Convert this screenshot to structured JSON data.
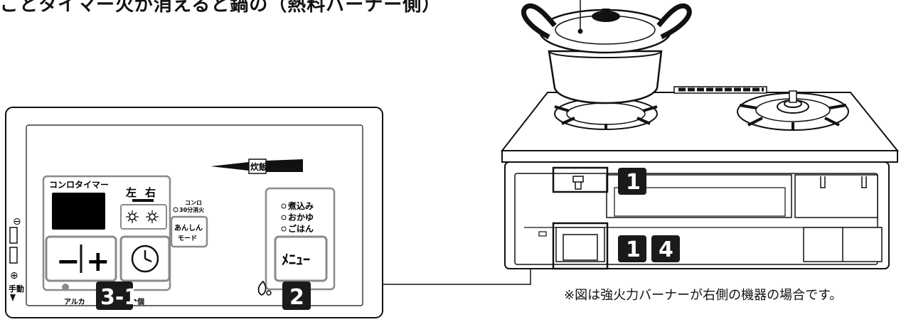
{
  "heading": "ごとタイマー火が消えると鍋の（熱料バーナー側）",
  "note": "※図は強火力バーナーが右側の機器の場合です。",
  "panel": {
    "timer_title": "コンロタイマー",
    "left_label": "左",
    "right_label": "右",
    "minus": "−",
    "plus": "+",
    "konro_30": "コンロ",
    "konro_30_sub": "30分消火",
    "anshin_1": "あんしん",
    "anshin_2": "モード",
    "suihan": "炊飯",
    "menu_opt_1": "煮込み",
    "menu_opt_2": "おかゆ",
    "menu_opt_3": "ごはん",
    "menu_button": "ﾒﾆｭｰ",
    "bottom_left": "アルカ",
    "bottom_right": "形2個",
    "side_minus": "⊖",
    "side_plus": "⊕",
    "side_label": "手動"
  },
  "badges": {
    "b31": "3-1",
    "b2": "2",
    "b1_top": "1",
    "b1_bottom": "1",
    "b4": "4"
  },
  "colors": {
    "badge": "#1a1a1a",
    "panel_gray": "#8a8a8a",
    "line": "#111111"
  }
}
